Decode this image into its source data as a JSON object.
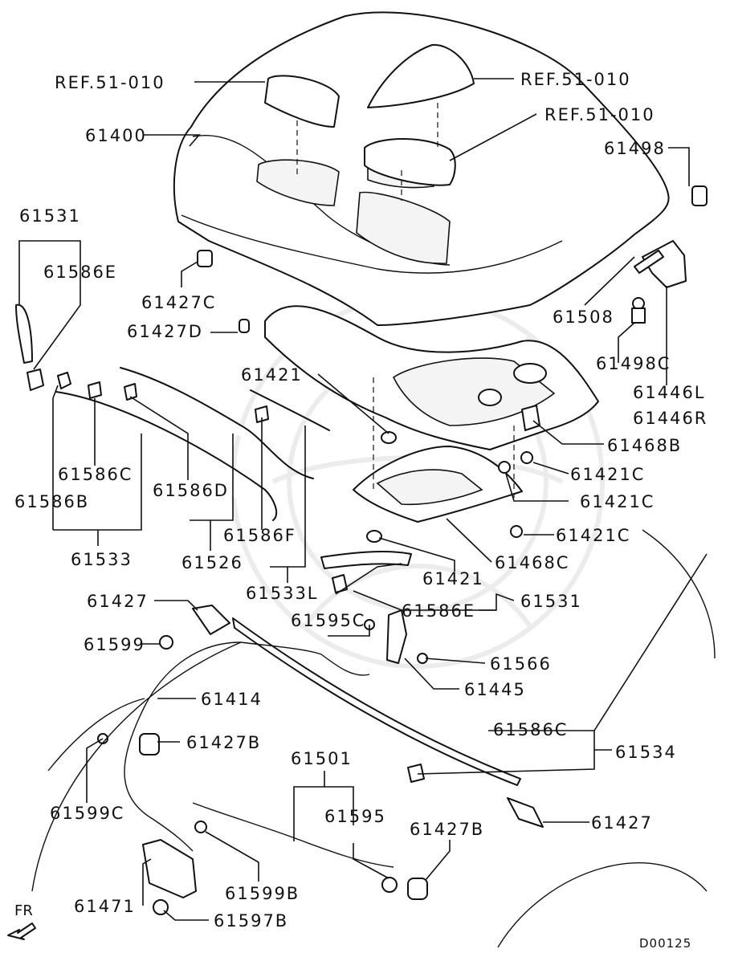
{
  "diagram_code": "D00125",
  "direction_label": "FR",
  "labels": {
    "ref_1": "REF.51-010",
    "ref_2": "REF.51-010",
    "ref_3": "REF.51-010",
    "p61400": "61400",
    "p61498": "61498",
    "p61531_a": "61531",
    "p61586E_a": "61586E",
    "p61427C": "61427C",
    "p61427D": "61427D",
    "p61508": "61508",
    "p61498C": "61498C",
    "p61446L": "61446L",
    "p61446R": "61446R",
    "p61421_a": "61421",
    "p61468B": "61468B",
    "p61421C_a": "61421C",
    "p61421C_b": "61421C",
    "p61421C_c": "61421C",
    "p61586C_a": "61586C",
    "p61586D": "61586D",
    "p61586B": "61586B",
    "p61533": "61533",
    "p61526": "61526",
    "p61586F": "61586F",
    "p61421_b": "61421",
    "p61468C": "61468C",
    "p61533L": "61533L",
    "p61586E_b": "61586E",
    "p61531_b": "61531",
    "p61427_a": "61427",
    "p61599": "61599",
    "p61595C": "61595C",
    "p61566": "61566",
    "p61445": "61445",
    "p61414": "61414",
    "p61427B_a": "61427B",
    "p61586C_b": "61586C",
    "p61534": "61534",
    "p61501": "61501",
    "p61595": "61595",
    "p61427B_b": "61427B",
    "p61427_b": "61427",
    "p61599C": "61599C",
    "p61599B": "61599B",
    "p61471": "61471",
    "p61597B": "61597B"
  }
}
